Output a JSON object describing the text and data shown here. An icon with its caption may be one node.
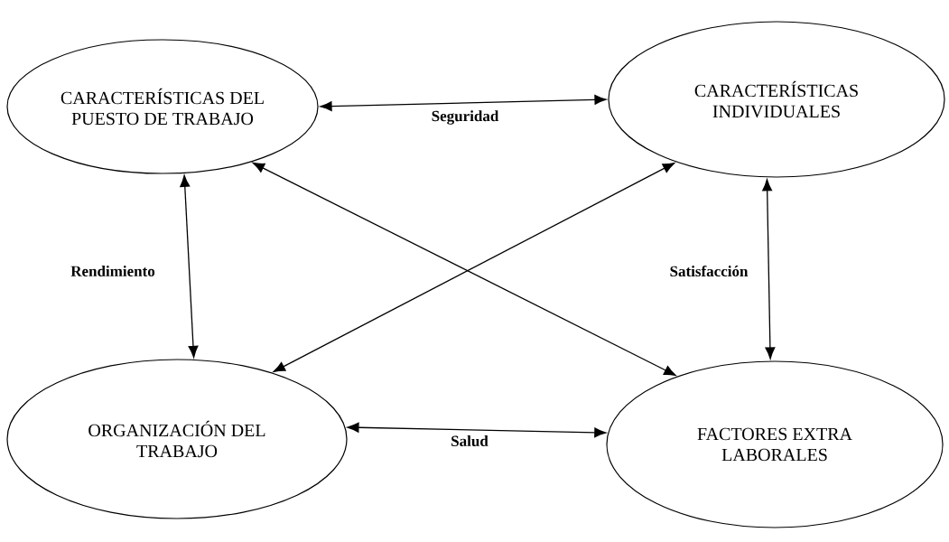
{
  "diagram": {
    "nodes": [
      {
        "text": [
          "CARACTERÍSTICAS DEL PUESTO DE TRABAJO"
        ]
      },
      {
        "text": [
          "CARACTERÍSTICAS INDIVIDUALES"
        ]
      },
      {
        "text": [
          "ORGANIZACIÓN DEL TRABAJO"
        ]
      },
      {
        "text": [
          "FACTORES EXTRA LABORALES"
        ]
      }
    ],
    "edges": [
      {
        "from": 0,
        "to": 1,
        "arrow": "both",
        "label": "Seguridad"
      },
      {
        "from": 0,
        "to": 2,
        "arrow": "both",
        "label": "Rendimiento"
      },
      {
        "from": 1,
        "to": 3,
        "arrow": "both",
        "label": "Satisfacción"
      },
      {
        "from": 2,
        "to": 3,
        "arrow": "both",
        "label": "Salud"
      },
      {
        "from": 0,
        "to": 3,
        "arrow": "both"
      },
      {
        "from": 1,
        "to": 2,
        "arrow": "both"
      }
    ]
  }
}
